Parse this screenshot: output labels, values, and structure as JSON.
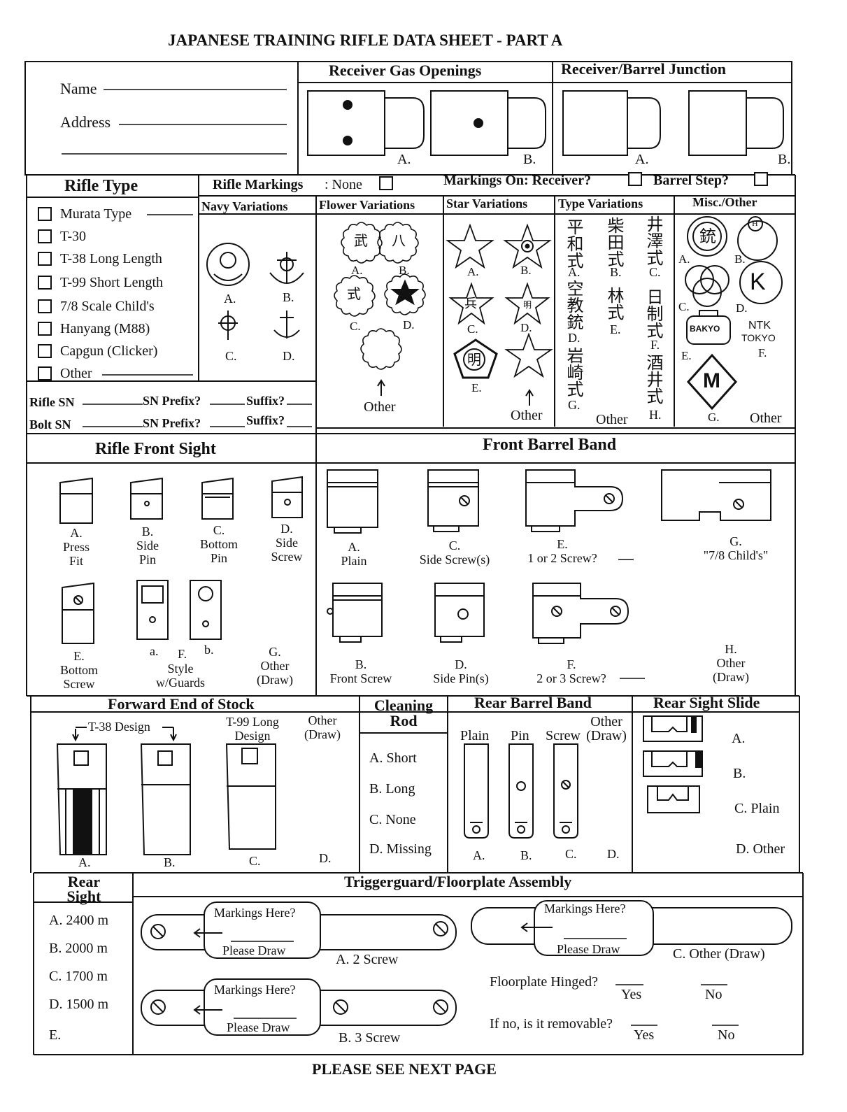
{
  "title": "JAPANESE TRAINING RIFLE DATA SHEET - PART A",
  "footer": "PLEASE SEE NEXT PAGE",
  "contact": {
    "name_label": "Name",
    "address_label": "Address"
  },
  "gas_openings": {
    "title": "Receiver Gas Openings",
    "a": "A.",
    "b": "B."
  },
  "junction": {
    "title": "Receiver/Barrel Junction",
    "a": "A.",
    "b": "B."
  },
  "rifle_type": {
    "title": "Rifle Type",
    "items": [
      "Murata Type",
      "T-30",
      "T-38 Long Length",
      "T-99 Short Length",
      "7/8 Scale Child's",
      "Hanyang (M88)",
      "Capgun (Clicker)",
      "Other"
    ]
  },
  "serials": {
    "rifle_sn": "Rifle SN",
    "bolt_sn": "Bolt SN",
    "prefix": "SN Prefix?",
    "suffix": "Suffix?"
  },
  "markings": {
    "label": "Rifle Markings",
    "none": ": None",
    "on_receiver": "Markings On: Receiver?",
    "barrel_step": "Barrel Step?"
  },
  "navy": {
    "title": "Navy Variations",
    "a": "A.",
    "b": "B.",
    "c": "C.",
    "d": "D."
  },
  "flower": {
    "title": "Flower Variations",
    "a": "A.",
    "b": "B.",
    "c": "C.",
    "d": "D.",
    "other": "Other",
    "glyph_a": "武",
    "glyph_b": "八",
    "glyph_c": "式"
  },
  "star": {
    "title": "Star Variations",
    "a": "A.",
    "b": "B.",
    "c": "C.",
    "d": "D.",
    "e": "E.",
    "other": "Other",
    "glyph_c": "兵",
    "glyph_d": "明",
    "glyph_e": "明"
  },
  "type_var": {
    "title": "Type Variations",
    "col1": "平和式",
    "col2": "柴田式",
    "col3": "井澤式",
    "col4": "空教銃",
    "col5": "林式",
    "col6": "日制式",
    "col7": "岩崎式",
    "col8": "酒井式",
    "a": "A.",
    "b": "B.",
    "c": "C.",
    "d": "D.",
    "e": "E.",
    "f": "F.",
    "g": "G.",
    "h": "H.",
    "other": "Other"
  },
  "misc": {
    "title": "Misc./Other",
    "a": "A.",
    "b": "B.",
    "c": "C.",
    "d": "D.",
    "e": "E.",
    "f": "F.",
    "g": "G.",
    "other": "Other",
    "glyph_a": "銃",
    "glyph_b": "H",
    "glyph_d": "K",
    "glyph_e": "BAKYO",
    "glyph_f1": "NTK",
    "glyph_f2": "TOKYO",
    "glyph_g": "M"
  },
  "front_sight": {
    "title": "Rifle Front Sight",
    "a": "A.",
    "a1": "Press",
    "a2": "Fit",
    "b": "B.",
    "b1": "Side",
    "b2": "Pin",
    "c": "C.",
    "c1": "Bottom",
    "c2": "Pin",
    "d": "D.",
    "d1": "Side",
    "d2": "Screw",
    "e": "E.",
    "e1": "Bottom",
    "e2": "Screw",
    "fa": "a.",
    "fb": "b.",
    "f": "F.",
    "f1": "Style",
    "f2": "w/Guards",
    "g": "G.",
    "g1": "Other",
    "g2": "(Draw)"
  },
  "front_band": {
    "title": "Front Barrel Band",
    "a": "A.",
    "a1": "Plain",
    "b": "B.",
    "b1": "Front Screw",
    "c": "C.",
    "c1": "Side Screw(s)",
    "d": "D.",
    "d1": "Side Pin(s)",
    "e": "E.",
    "e1": "1 or 2 Screw?",
    "f": "F.",
    "f1": "2 or 3 Screw?",
    "g": "G.",
    "g1": "\"7/8 Child's\"",
    "h": "H.",
    "h1": "Other",
    "h2": "(Draw)"
  },
  "stock": {
    "title": "Forward End of Stock",
    "t38": "T-38 Design",
    "t99a": "T-99 Long",
    "t99b": "Design",
    "other1": "Other",
    "other2": "(Draw)",
    "a": "A.",
    "b": "B.",
    "c": "C.",
    "d": "D."
  },
  "cleaning_rod": {
    "title1": "Cleaning",
    "title2": "Rod",
    "items": [
      "A.  Short",
      "B.  Long",
      "C.  None",
      "D.  Missing"
    ]
  },
  "rear_band": {
    "title": "Rear Barrel Band",
    "plain": "Plain",
    "pin": "Pin",
    "screw": "Screw",
    "other1": "Other",
    "other2": "(Draw)",
    "a": "A.",
    "b": "B.",
    "c": "C.",
    "d": "D."
  },
  "rear_slide": {
    "title": "Rear Sight Slide",
    "a": "A.",
    "b": "B.",
    "c": "C.  Plain",
    "d": "D.  Other"
  },
  "rear_sight": {
    "title1": "Rear",
    "title2": "Sight",
    "items": [
      "A.  2400 m",
      "B.  2000 m",
      "C.  1700 m",
      "D.  1500 m",
      "E."
    ]
  },
  "trigger": {
    "title": "Triggerguard/Floorplate Assembly",
    "markings": "Markings Here?",
    "please": "Please Draw",
    "a": "A.  2 Screw",
    "b": "B.  3 Screw",
    "c": "C.  Other (Draw)",
    "hinged": "Floorplate Hinged?",
    "removable": "If no, is it removable?",
    "yes": "Yes",
    "no": "No"
  }
}
